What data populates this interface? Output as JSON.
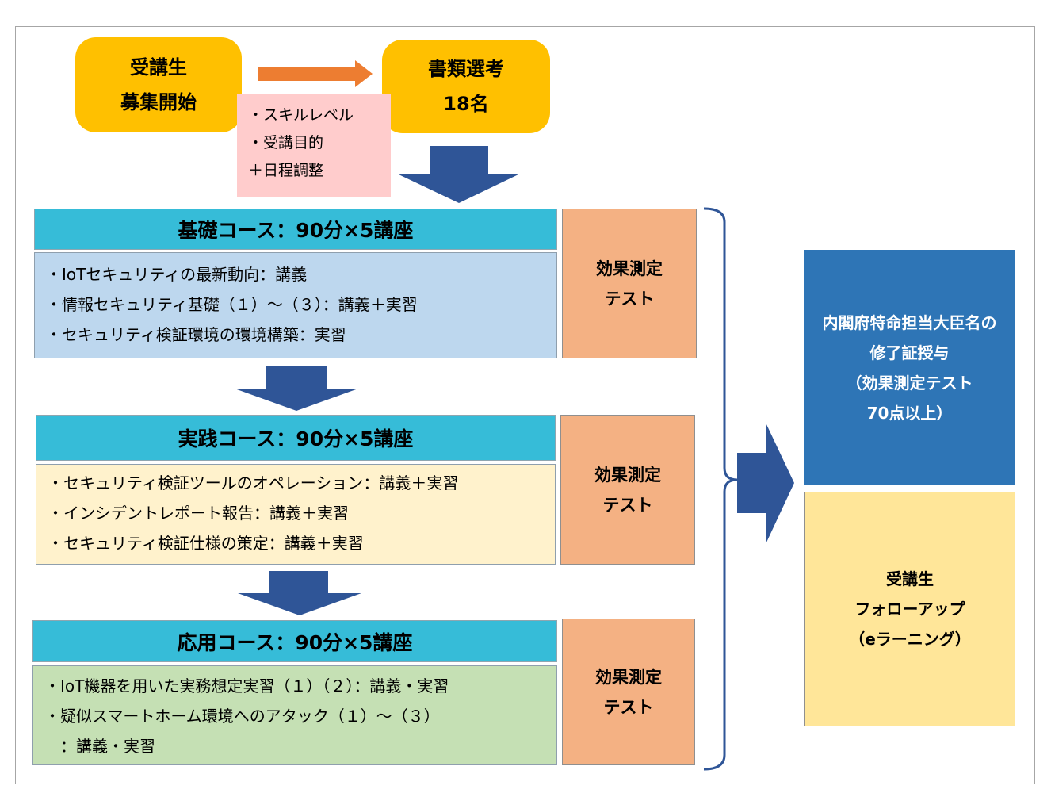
{
  "recruit": {
    "line1": "受講生",
    "line2": "募集開始"
  },
  "screening": {
    "line1": "書類選考",
    "line2": "18名"
  },
  "criteria": [
    "・スキルレベル",
    "・受講目的",
    "＋日程調整"
  ],
  "courses": [
    {
      "title": "基礎コース：90分×5講座",
      "items": [
        "・IoTセキュリティの最新動向：講義",
        "・情報セキュリティ基礎（１）～（３）：講義＋実習",
        "・セキュリティ検証環境の環境構築：実習"
      ],
      "body_color": "#bdd7ee"
    },
    {
      "title": "実践コース：90分×5講座",
      "items": [
        "・セキュリティ検証ツールのオペレーション：講義＋実習",
        "・インシデントレポート報告：講義＋実習",
        "・セキュリティ検証仕様の策定：講義＋実習"
      ],
      "body_color": "#fff2cc"
    },
    {
      "title": "応用コース：90分×5講座",
      "items": [
        "・IoT機器を用いた実務想定実習（１）（２）：講義・実習",
        "・疑似スマートホーム環境へのアタック（１）～（３）",
        "　：講義・実習"
      ],
      "body_color": "#c5e0b4"
    }
  ],
  "evaluation": {
    "line1": "効果測定",
    "line2": "テスト"
  },
  "certificate": {
    "lines": [
      "内閣府特命担当大臣名の",
      "修了証授与",
      "（効果測定テスト",
      "70点以上）"
    ]
  },
  "followup": {
    "lines": [
      "受講生",
      "フォローアップ",
      "（eラーニング）"
    ]
  },
  "colors": {
    "orange_arrow": "#ed7d31",
    "blue_arrow": "#2f5597",
    "bracket": "#2f5597"
  }
}
